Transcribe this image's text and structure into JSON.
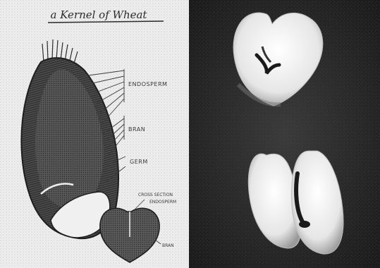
{
  "diagram": {
    "title": "a Kernel of Wheat",
    "labels": {
      "endosperm": "ENDOSPERM",
      "bran": "BRAN",
      "germ": "GERM",
      "cross_section": "CROSS SECTION",
      "endosperm_small": "ENDOSPERM",
      "bran_small": "BRAN"
    }
  },
  "photo": {
    "subject": "photograph of wheat kernels"
  },
  "colors": {
    "paper": "#efefef",
    "ink": "#2b2b2b",
    "photo_bg": "#2b2b2b",
    "kernel_light": "#f2f2f2"
  }
}
